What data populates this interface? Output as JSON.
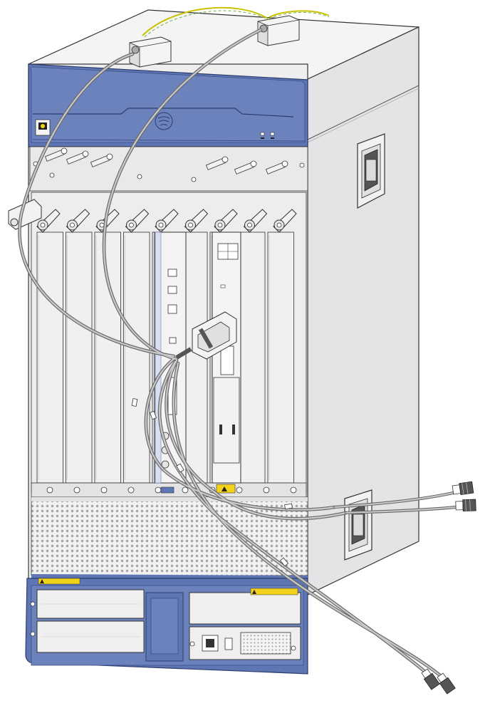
{
  "diagram": {
    "subject": "chassis-cabling-illustration",
    "colors": {
      "chassis_side": "#e6e6e8",
      "chassis_front": "#efefef",
      "chassis_top": "#f3f3f3",
      "bezel_blue": "#5e76b3",
      "bezel_blue_dark": "#3b4f8a",
      "cable_gray": "#8c8c8c",
      "cable_highlight": "#c9c9c9",
      "ground_wire_yellow": "#c9c200",
      "ground_wire_green": "#6fae4a",
      "outline": "#333333",
      "warning_yellow": "#f3d21b",
      "vent_hole": "#9b9b9b"
    },
    "slots": {
      "count": 9,
      "occupied": [
        5,
        7
      ]
    },
    "fan_area": "mesh",
    "power_modules": 4,
    "handles": [
      "side-handle-top",
      "side-handle-bottom"
    ]
  }
}
